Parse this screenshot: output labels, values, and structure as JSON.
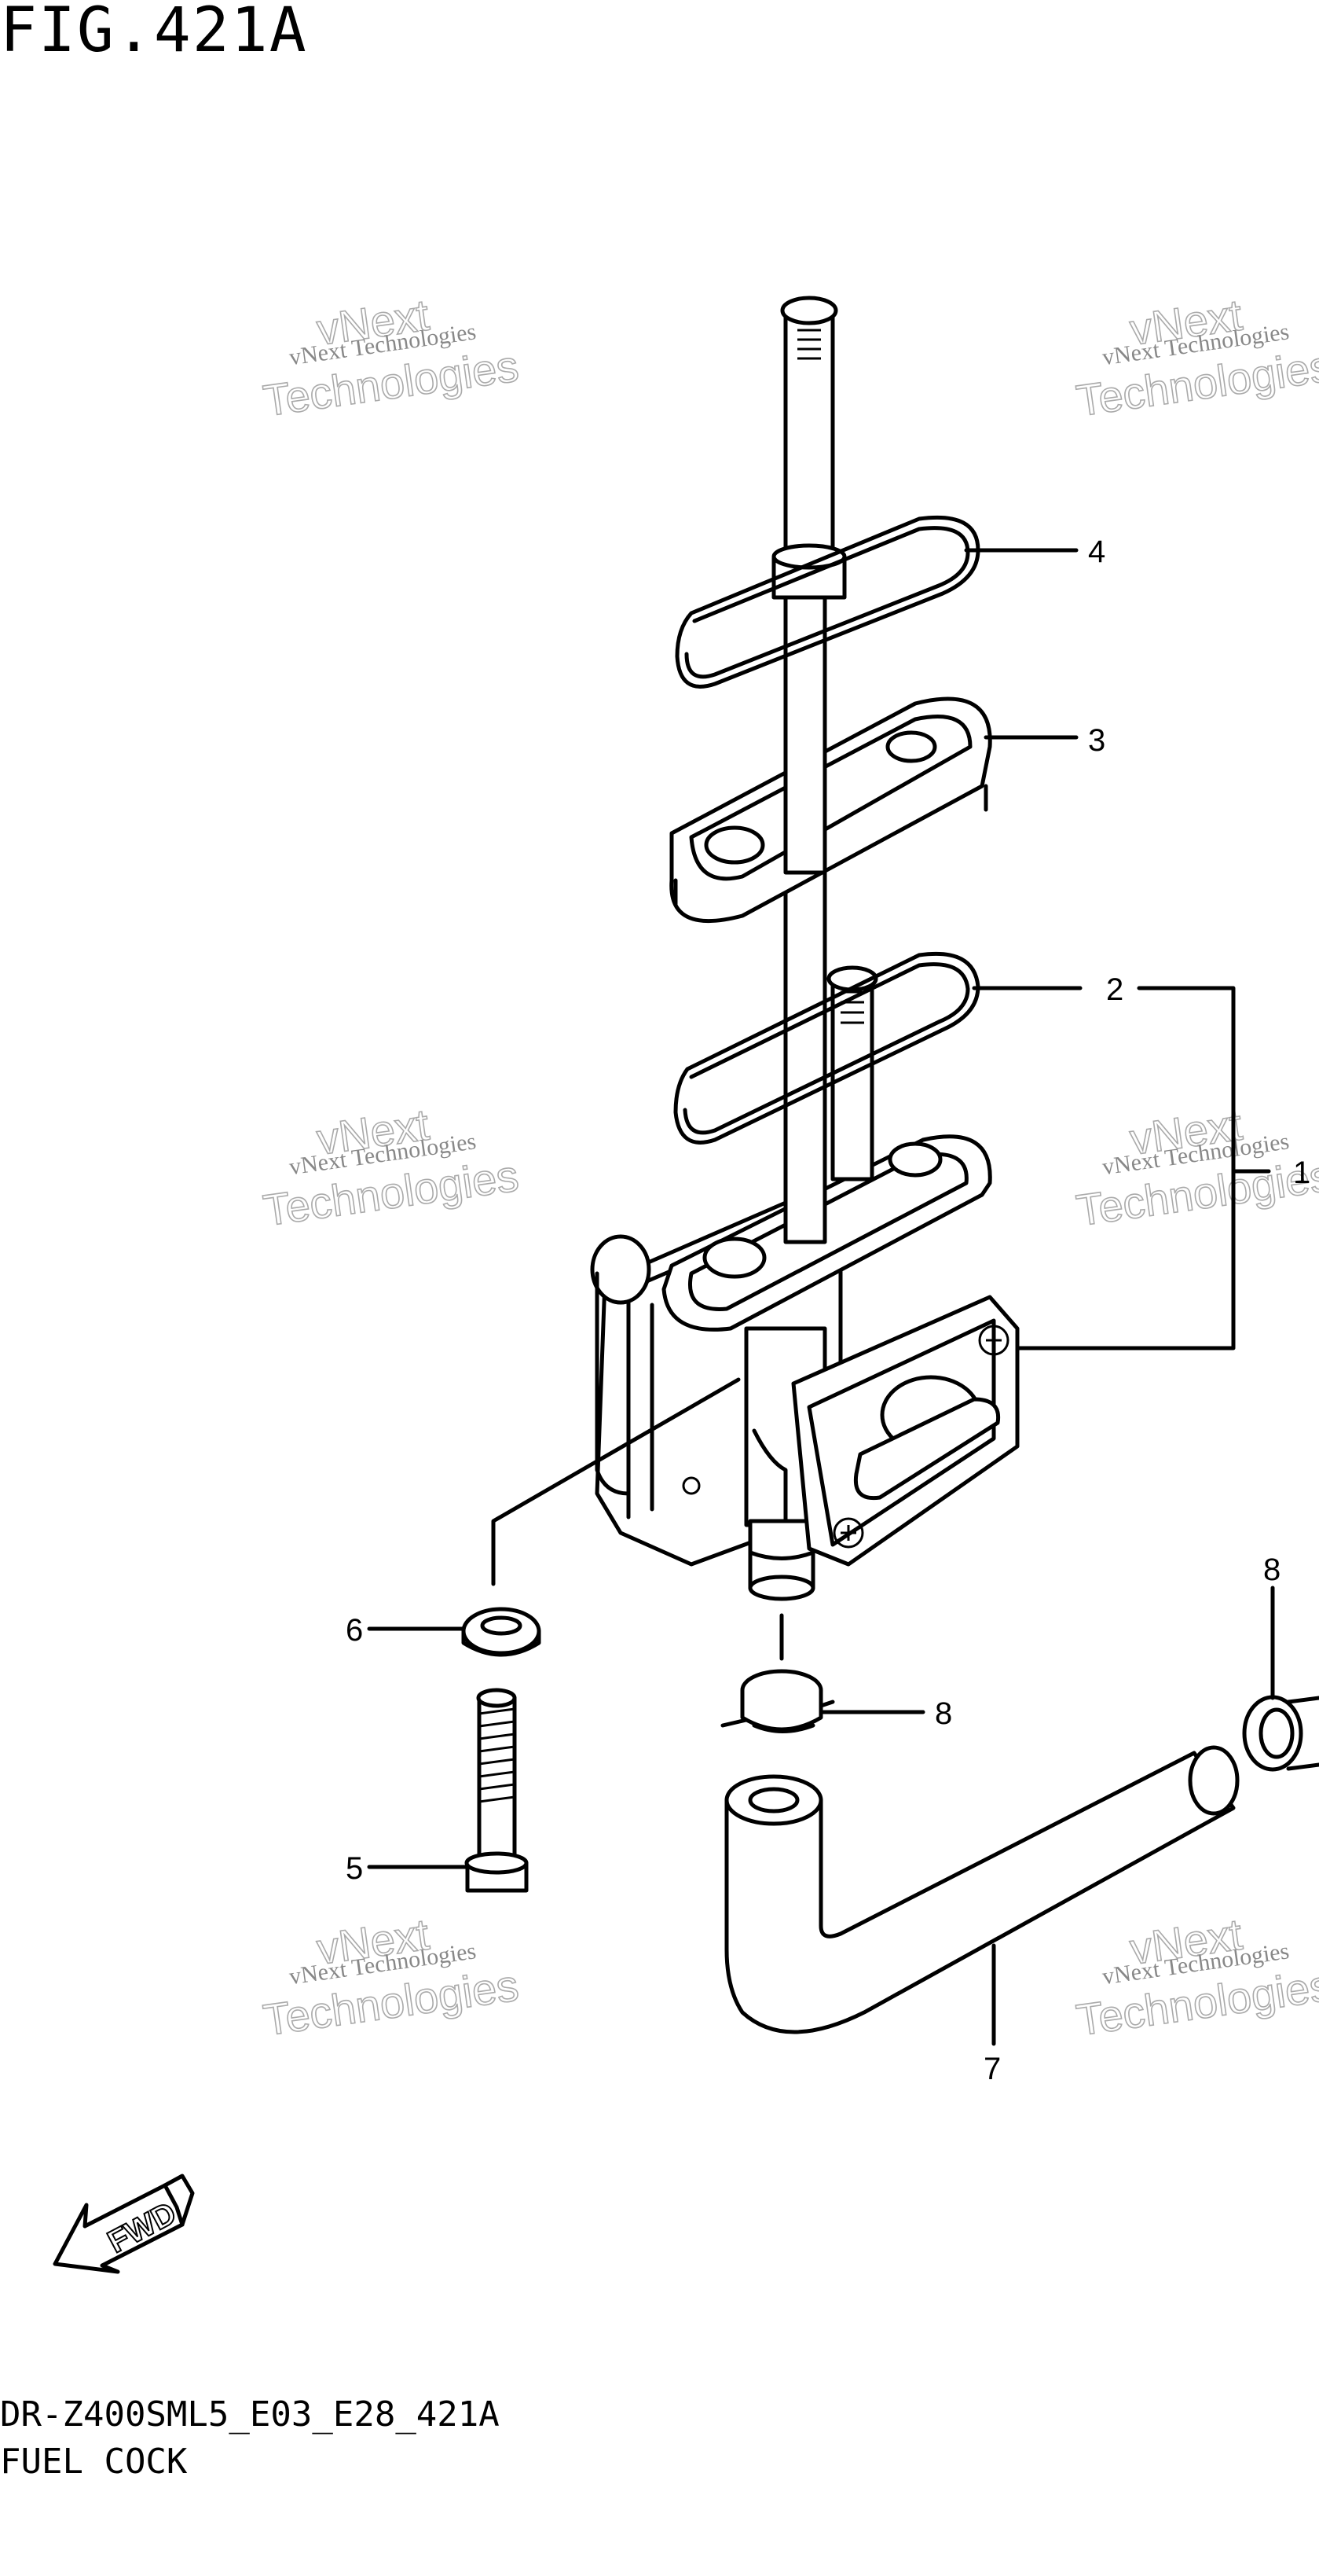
{
  "figure_title": "FIG.421A",
  "diagram_code": "DR-Z400SML5_E03_E28_421A",
  "diagram_name": "FUEL COCK",
  "watermark": {
    "line1": "vNext Technologies",
    "big_word1": "vNext",
    "big_word2": "Technologies"
  },
  "fwd_label": "FWD",
  "callouts": {
    "c1": "1",
    "c2": "2",
    "c3": "3",
    "c4": "4",
    "c5": "5",
    "c6": "6",
    "c7": "7",
    "c8a": "8",
    "c8b": "8"
  }
}
